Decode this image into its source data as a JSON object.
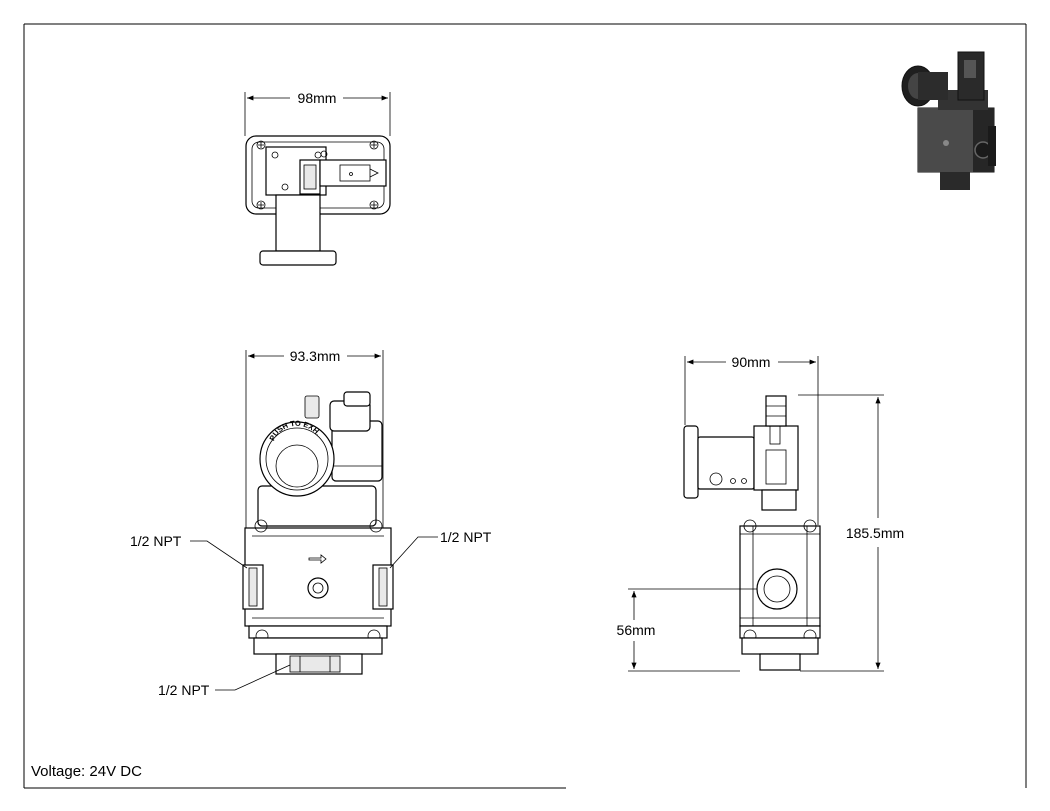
{
  "drawing": {
    "labels": {
      "top_width": "98mm",
      "front_width": "93.3mm",
      "side_width": "90mm",
      "overall_height": "185.5mm",
      "port_height": "56mm",
      "port_left": "1/2 NPT",
      "port_right": "1/2 NPT",
      "port_bottom": "1/2 NPT",
      "button_text": "PUSH TO EXH."
    },
    "voltage": "Voltage: 24V DC"
  },
  "colors": {
    "line": "#000000",
    "background": "#ffffff",
    "shade": "#e9e9e9",
    "iso_dark": "#2b2b2b"
  }
}
